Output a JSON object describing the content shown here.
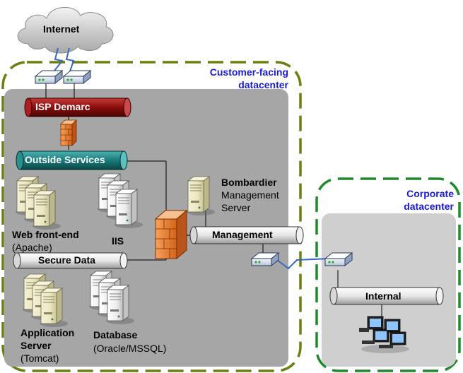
{
  "zones": {
    "customer_facing": {
      "line1": "Customer-facing",
      "line2": "datacenter"
    },
    "corporate": {
      "line1": "Corporate",
      "line2": "datacenter"
    }
  },
  "cloud": {
    "label": "Internet"
  },
  "segments": {
    "isp_demarc": "ISP Demarc",
    "outside_services": "Outside Services",
    "secure_data": "Secure Data",
    "management": "Management",
    "internal": "Internal"
  },
  "servers": {
    "web_frontend": {
      "name": "Web front-end",
      "detail": "(Apache)"
    },
    "iis": {
      "name": "IIS"
    },
    "bombardier": {
      "name": "Bombardier",
      "detail1": "Management",
      "detail2": "Server"
    },
    "app_server": {
      "name1": "Application",
      "name2": "Server",
      "detail": "(Tomcat)"
    },
    "database": {
      "name": "Database",
      "detail": "(Oracle/MSSQL)"
    }
  },
  "colors": {
    "zone_border": "#6b7f12",
    "corporate_border": "#1f8a2a",
    "zone_fill": "#a6a6a6",
    "corporate_fill": "#cfcfcf",
    "isp_pipe": "#8b0d0d",
    "outside_pipe": "#1b7a7a",
    "zone_label": "#1a1ad6"
  }
}
